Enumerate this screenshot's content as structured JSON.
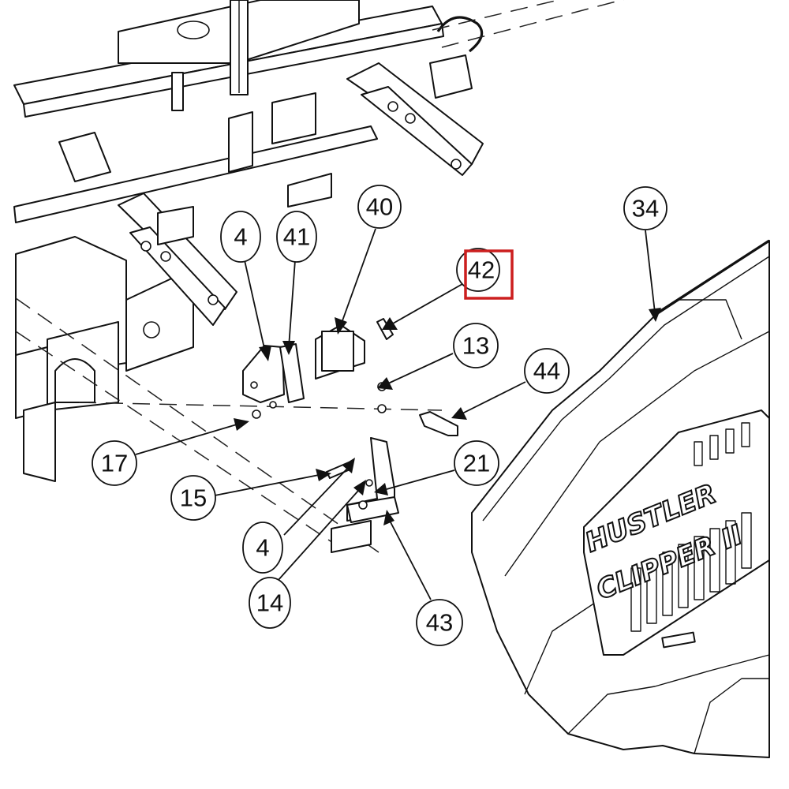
{
  "callouts": [
    {
      "id": "34",
      "label": "34"
    },
    {
      "id": "40",
      "label": "40"
    },
    {
      "id": "4a",
      "label": "4"
    },
    {
      "id": "41",
      "label": "41"
    },
    {
      "id": "42",
      "label": "42"
    },
    {
      "id": "13",
      "label": "13"
    },
    {
      "id": "44",
      "label": "44"
    },
    {
      "id": "17",
      "label": "17"
    },
    {
      "id": "21",
      "label": "21"
    },
    {
      "id": "15",
      "label": "15"
    },
    {
      "id": "4b",
      "label": "4"
    },
    {
      "id": "14",
      "label": "14"
    },
    {
      "id": "43",
      "label": "43"
    }
  ],
  "highlight": {
    "target": "42",
    "color": "#cc1f1f"
  },
  "grille_logo": {
    "line1": "HUSTLER",
    "line2": "CLIPPER II"
  },
  "colors": {
    "line": "#111111",
    "background": "#ffffff"
  }
}
